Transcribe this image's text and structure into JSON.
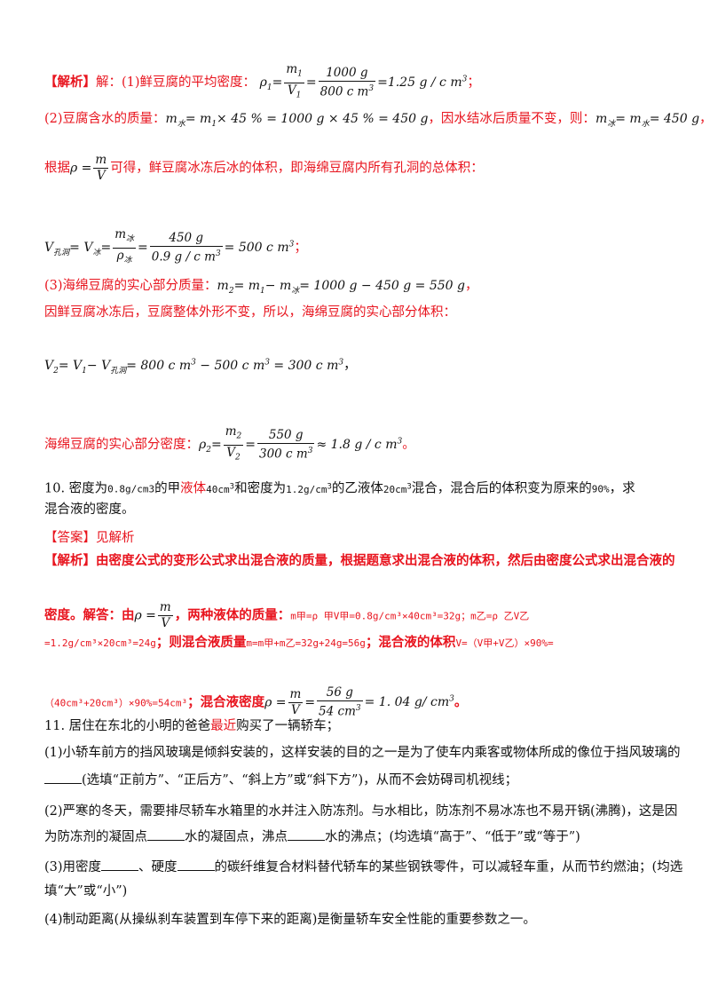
{
  "s1": {
    "label": "【解析】",
    "head": "解：(1)鲜豆腐的平均密度：",
    "lhs": "ρ",
    "lhs_sub": "1",
    "eq": "=",
    "f1_num": "m",
    "f1_num_sub": "1",
    "f1_den": "V",
    "f1_den_sub": "1",
    "f2_num": "1000 g",
    "f2_den": "800 c m",
    "f2_den_sup": "3",
    "result": "=1.25 g / c m",
    "result_sup": "3",
    "tail": "；"
  },
  "s2": {
    "head": "(2)豆腐含水的质量：",
    "formula": "m",
    "formula_sub": "水",
    "formula2": "= m",
    "formula2_sub": "1",
    "formula3": "× 45 % = 1000 g × 45 % = 450 g",
    "mid": "，因水结冰后质量不变，则：",
    "formula4": "m",
    "formula4_sub": "冰",
    "formula5": "= m",
    "formula5_sub": "水",
    "formula6": "= 450 g",
    "tail": "，"
  },
  "s3": {
    "head": "根据",
    "rho": "ρ =",
    "f_num": "m",
    "f_den": "V",
    "tail": "可得，鲜豆腐冰冻后冰的体积，即海绵豆腐内所有孔洞的总体积："
  },
  "s4": {
    "v": "V",
    "v_sub": "孔洞",
    "eq1": "= V",
    "eq1_sub": "冰",
    "eq": "=",
    "f1_num": "m",
    "f1_num_sub": "冰",
    "f1_den": "ρ",
    "f1_den_sub": "冰",
    "f2_num": "450 g",
    "f2_den": "0.9 g / c m",
    "f2_den_sup": "3",
    "result": "= 500 c m",
    "result_sup": "3",
    "tail": "；"
  },
  "s5": {
    "head": "(3)海绵豆腐的实心部分质量：",
    "f1": "m",
    "f1_sub": "2",
    "f2": "= m",
    "f2_sub": "1",
    "f3": "− m",
    "f3_sub": "冰",
    "f4": "= 1000 g − 450 g = 550 g",
    "tail": "，"
  },
  "s6": {
    "text": "因鲜豆腐冰冻后，豆腐整体外形不变，所以，海绵豆腐的实心部分体积："
  },
  "s7": {
    "v": "V",
    "v_sub": "2",
    "eq1": "= V",
    "eq1_sub": "1",
    "eq2": "− V",
    "eq2_sub": "孔洞",
    "r1": "= 800 c m",
    "r1_sup": "3",
    "r2": " − 500 c m",
    "r2_sup": "3",
    "r3": " = 300 c m",
    "r3_sup": "3",
    "tail": "，"
  },
  "s8": {
    "head": "海绵豆腐的实心部分密度：",
    "lhs": "ρ",
    "lhs_sub": "2",
    "eq": "=",
    "f1_num": "m",
    "f1_num_sub": "2",
    "f1_den": "V",
    "f1_den_sub": "2",
    "f2_num": "550 g",
    "f2_den": "300 c m",
    "f2_den_sup": "3",
    "result": "≈ 1.8 g / c m",
    "result_sup": "3",
    "tail": "。"
  },
  "q10": {
    "line1_a": "10.   密度为",
    "line1_b": "0.8g/cm3",
    "line1_c": "的甲",
    "line1_d": "液体",
    "line1_e": "40cm",
    "line1_e_sup": "3",
    "line1_f": "和密度为",
    "line1_g": "1.2g/cm",
    "line1_g_sup": "3",
    "line1_h": "的乙液体",
    "line1_i": "20cm",
    "line1_i_sup": "3",
    "line1_j": "混合，混合后的体积变为原来的",
    "line1_k": "90%",
    "line1_l": "，求",
    "line2": "混合液的密度。",
    "answer": "【答案】见解析",
    "ana1": "【解析】由密度公式的变形公式求出混合液的质量，根据题意求出混合液的体积，然后由密度公式求出混合液的",
    "ana2_a": "密度。解答：由",
    "ana2_rho": "ρ =",
    "ana2_num": "m",
    "ana2_den": "V",
    "ana2_b": "，两种液体的质量：",
    "ana2_c": "m甲=ρ 甲V甲=0.8g/cm³×40cm³=32g",
    "ana2_d": "；m乙=ρ 乙V乙",
    "ana3_a": "=1.2g/cm³×20cm³=24g",
    "ana3_b": "；则混合液质量",
    "ana3_c": "m=m甲+m乙=32g+24g=56g",
    "ana3_d": "；混合液的体积",
    "ana3_e": "V=（V甲+V乙）×90%=",
    "ana4_a": "（40cm³+20cm³）×90%=54cm³",
    "ana4_b": "；混合液密度",
    "ana4_rho": "ρ =",
    "ana4_f1_num": "m",
    "ana4_f1_den": "V",
    "ana4_eq": "=",
    "ana4_f2_num": "56 g",
    "ana4_f2_den": "54 cm",
    "ana4_f2_den_sup": "3",
    "ana4_result": "= 1. 04 g/ cm",
    "ana4_result_sup": "3",
    "ana4_tail": "。"
  },
  "q11": {
    "l1_a": "11.   居住在东北的小明的爸爸",
    "l1_b": "最近",
    "l1_c": "购买了一辆轿车；",
    "l2": "(1)小轿车前方的挡风玻璃是倾斜安装的，这样安装的目的之一是为了使车内乘客或物体所成的像位于挡风玻璃的",
    "l3": "(选填“正前方”、“正后方”、“斜上方”或“斜下方”)，从而不会妨碍司机视线；",
    "l4": "(2)严寒的冬天，需要排尽轿车水箱里的水并注入防冻剂。与水相比，防冻剂不易冰冻也不易开锅(沸腾)，这是因",
    "l5_a": "为防冻剂的凝固点",
    "l5_b": "水的凝固点，沸点",
    "l5_c": "水的沸点；(均选填“高于”、“低于”或“等于”)",
    "l6_a": "(3)用密度",
    "l6_b": "、硬度",
    "l6_c": "的碳纤维复合材料替代轿车的某些钢铁零件，可以减轻车重，从而节约燃油；(均选",
    "l7": "填“大”或“小”)",
    "l8": "(4)制动距离(从操纵刹车装置到车停下来的距离)是衡量轿车安全性能的重要参数之一。"
  }
}
